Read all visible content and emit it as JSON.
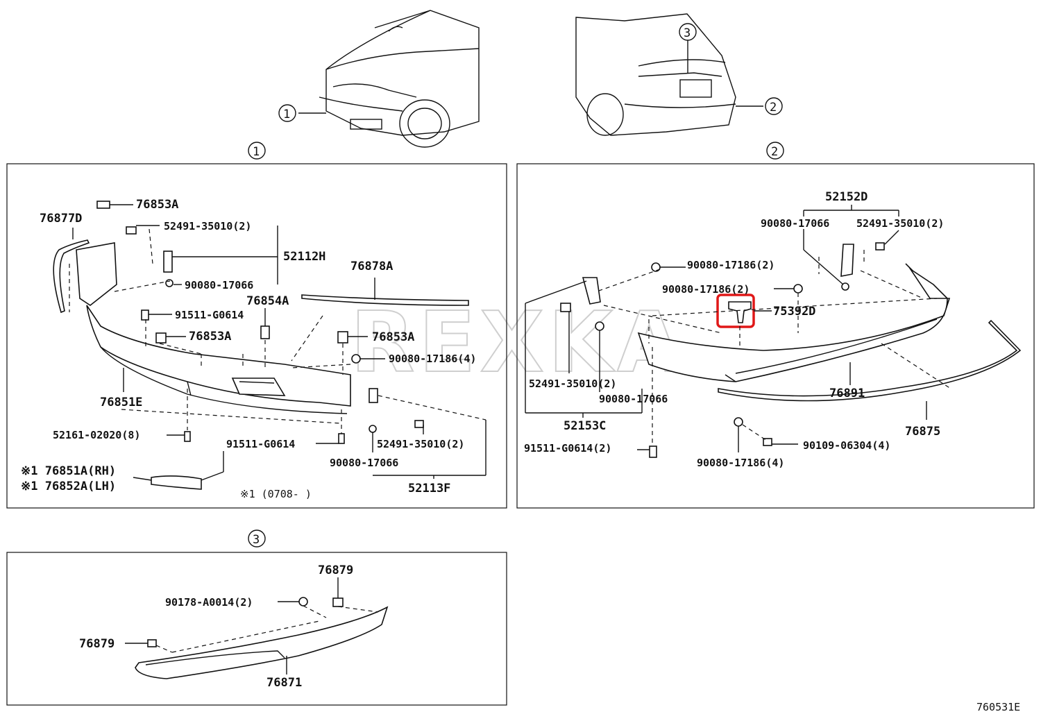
{
  "diagram_id": "760531E",
  "watermark": "REXKA",
  "section_markers": {
    "one": "1",
    "two": "2",
    "three": "3"
  },
  "highlight_color": "#e01818",
  "front": {
    "labels": {
      "p76853A_top": "76853A",
      "p76877D": "76877D",
      "p52491_a": "52491-35010(2)",
      "p52112H": "52112H",
      "p90080_17066_a": "90080-17066",
      "p91511_a": "91511-G0614",
      "p76854A": "76854A",
      "p76878A": "76878A",
      "p76853A_mid": "76853A",
      "p76853A_right": "76853A",
      "p90080_17186": "90080-17186(4)",
      "p76851E": "76851E",
      "p52161": "52161-02020(8)",
      "p91511_b": "91511-G0614",
      "p52491_b": "52491-35010(2)",
      "p90080_17066_b": "90080-17066",
      "p52113F": "52113F",
      "p76851A": "※1 76851A(RH)",
      "p76852A": "※1 76852A(LH)",
      "note": "※1 (0708-      )"
    }
  },
  "rear": {
    "labels": {
      "p52152D": "52152D",
      "p90080_17066_top": "90080-17066",
      "p52491_top": "52491-35010(2)",
      "p90080_17186_a": "90080-17186(2)",
      "p90080_17186_b": "90080-17186(2)",
      "p75392D": "75392D",
      "p52491_left": "52491-35010(2)",
      "p90080_17066_left": "90080-17066",
      "p76891": "76891",
      "p52153C": "52153C",
      "p76875": "76875",
      "p91511": "91511-G0614(2)",
      "p90109": "90109-06304(4)",
      "p90080_17186_c": "90080-17186(4)"
    }
  },
  "spoiler": {
    "labels": {
      "p76879_top": "76879",
      "p90178": "90178-A0014(2)",
      "p76879_left": "76879",
      "p76871": "76871"
    }
  }
}
